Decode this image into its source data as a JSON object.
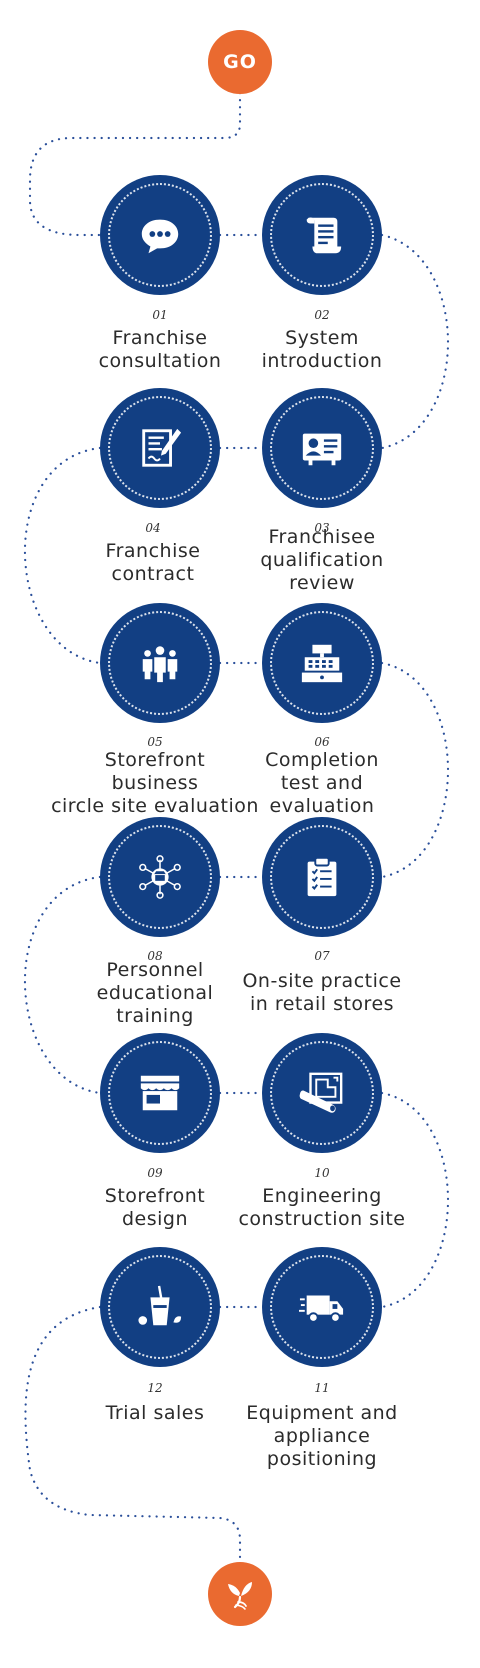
{
  "start": {
    "label": "GO"
  },
  "end": {
    "icon": "sprout-logo-icon"
  },
  "colors": {
    "circle": "#123f83",
    "accent": "#ea6a30",
    "dots": "#2a4f9a",
    "text": "#2b2b2b"
  },
  "steps": [
    {
      "number": "01",
      "label": "Franchise\nconsultation",
      "icon": "chat-bubble-icon"
    },
    {
      "number": "02",
      "label": "System\nintroduction",
      "icon": "scroll-document-icon"
    },
    {
      "number": "03",
      "label": "Franchisee\nqualification\nreview",
      "icon": "id-card-icon"
    },
    {
      "number": "04",
      "label": "Franchise\ncontract",
      "icon": "contract-pen-icon"
    },
    {
      "number": "05",
      "label": "Storefront\nbusiness\ncircle site evaluation",
      "icon": "people-group-icon"
    },
    {
      "number": "06",
      "label": "Completion\ntest and\nevaluation",
      "icon": "cash-register-icon"
    },
    {
      "number": "07",
      "label": "On-site practice\nin retail stores",
      "icon": "clipboard-checklist-icon"
    },
    {
      "number": "08",
      "label": "Personnel\neducational\ntraining",
      "icon": "network-store-icon"
    },
    {
      "number": "09",
      "label": "Storefront\ndesign",
      "icon": "storefront-awning-icon"
    },
    {
      "number": "10",
      "label": "Engineering\nconstruction site",
      "icon": "blueprint-icon"
    },
    {
      "number": "11",
      "label": "Equipment and\nappliance\npositioning",
      "icon": "delivery-truck-icon"
    },
    {
      "number": "12",
      "label": "Trial sales",
      "icon": "drink-cup-icon"
    }
  ]
}
